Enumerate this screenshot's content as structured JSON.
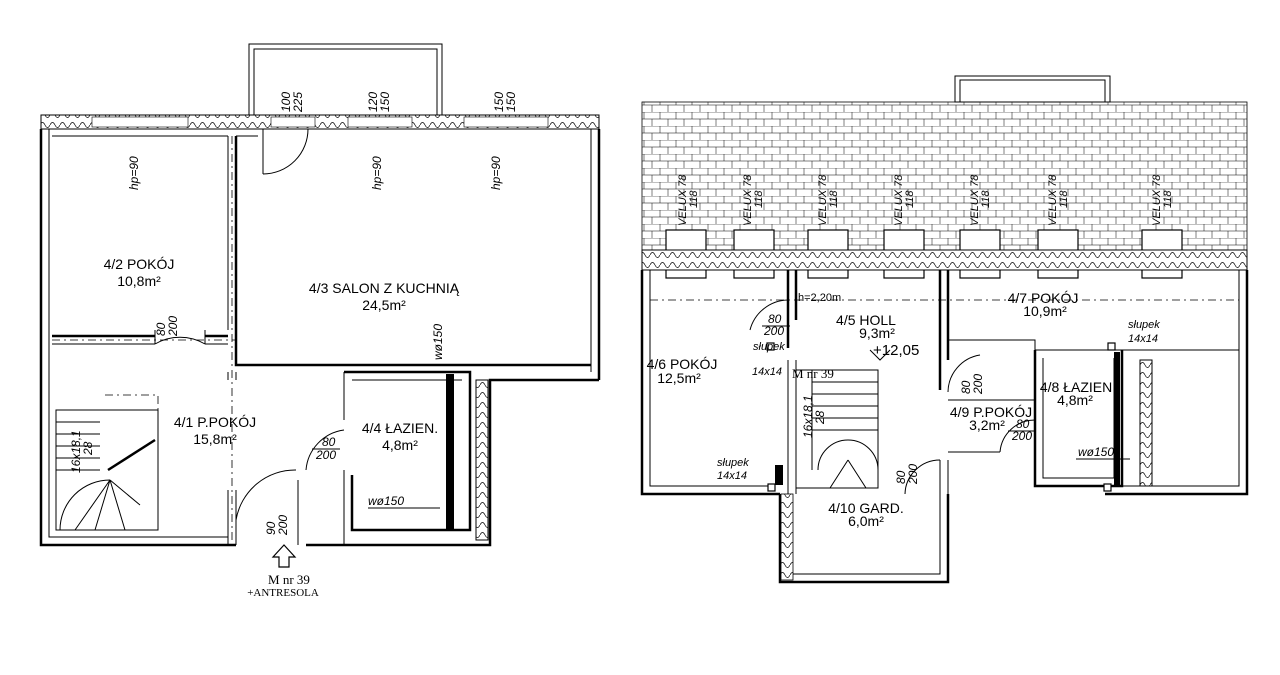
{
  "ground_floor": {
    "rooms": [
      {
        "name": "4/2 POKÓJ",
        "area": "10,8m²"
      },
      {
        "name": "4/3 SALON Z KUCHNIĄ",
        "area": "24,5m²"
      },
      {
        "name": "4/1 P.POKÓJ",
        "area": "15,8m²"
      },
      {
        "name": "4/4 ŁAZIEN.",
        "area": "4,8m²"
      }
    ],
    "window_heights": [
      "hp=90",
      "hp=90",
      "hp=90"
    ],
    "window_dims": [
      {
        "w": "100",
        "h": "225"
      },
      {
        "w": "120",
        "h": "150"
      },
      {
        "w": "150",
        "h": "150"
      }
    ],
    "door_dims": [
      {
        "w": "80",
        "h": "200"
      },
      {
        "w": "80",
        "h": "200"
      },
      {
        "w": "90",
        "h": "200"
      }
    ],
    "stairs": {
      "label": "16x18,1",
      "count": "28"
    },
    "vent_labels": [
      "wø150",
      "wø150"
    ],
    "entrance": {
      "label": "M nr 39",
      "sublabel": "+ANTRESOLA"
    }
  },
  "upper_floor": {
    "roof_windows": [
      {
        "label": "VELUX 78",
        "size": "118"
      },
      {
        "label": "VELUX 78",
        "size": "118"
      },
      {
        "label": "VELUX 78",
        "size": "118"
      },
      {
        "label": "VELUX 78",
        "size": "118"
      },
      {
        "label": "VELUX 78",
        "size": "118"
      },
      {
        "label": "VELUX 78",
        "size": "118"
      },
      {
        "label": "VELUX 78",
        "size": "118"
      }
    ],
    "height_note": "h=2,20m",
    "level_mark": "+12,05",
    "rooms": [
      {
        "name": "4/5 HOLL",
        "area": "9,3m²"
      },
      {
        "name": "4/7 POKÓJ",
        "area": "10,9m²"
      },
      {
        "name": "4/6 POKÓJ",
        "area": "12,5m²"
      },
      {
        "name": "4/8 ŁAZIEN.",
        "area": "4,8m²"
      },
      {
        "name": "4/9 P.POKÓJ",
        "area": "3,2m²"
      },
      {
        "name": "4/10 GARD.",
        "area": "6,0m²"
      }
    ],
    "posts": [
      {
        "label": "słupek",
        "size": "14x14"
      },
      {
        "label": "słupek",
        "size": "14x14"
      },
      {
        "label": "słupek",
        "size": "14x14"
      }
    ],
    "door_dims": [
      {
        "w": "80",
        "h": "200"
      },
      {
        "w": "80",
        "h": "200"
      },
      {
        "w": "80",
        "h": "200"
      },
      {
        "w": "80",
        "h": "200"
      }
    ],
    "stairs": {
      "label": "16x18,1",
      "count": "28"
    },
    "entrance_label": "M nr 39",
    "vent_label": "wø150"
  }
}
